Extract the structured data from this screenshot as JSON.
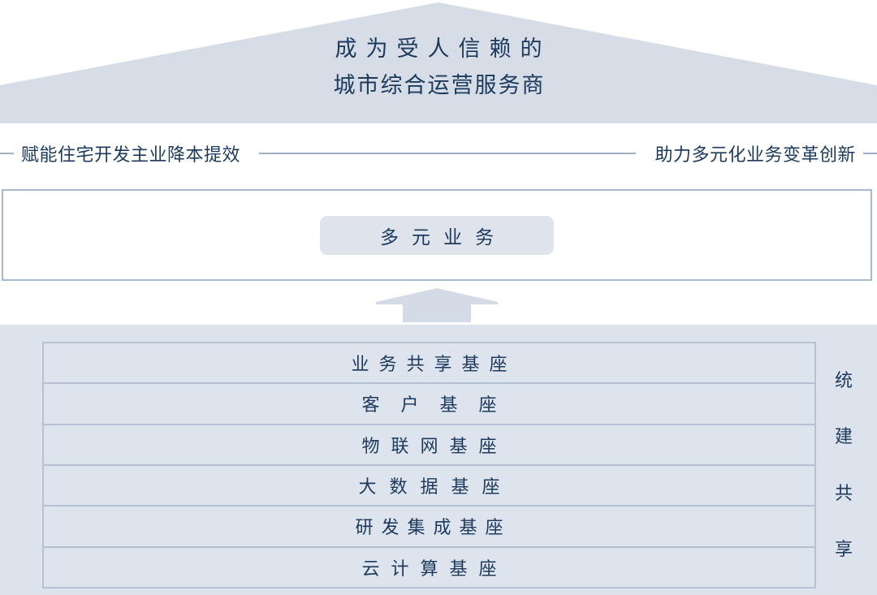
{
  "roof": {
    "title_line1": "成为受人信赖的",
    "title_line2": "城市综合运营服务商"
  },
  "tagline": {
    "left_text": "赋能住宅开发主业降本提效",
    "right_text": "助力多元化业务变革创新"
  },
  "middle": {
    "pill_label": "多元业务"
  },
  "base": {
    "rows": [
      {
        "label": "业务共享基座"
      },
      {
        "label": "客户基座"
      },
      {
        "label": "物联网基座"
      },
      {
        "label": "大数据基座"
      },
      {
        "label": "研发集成基座"
      },
      {
        "label": "云计算基座"
      }
    ],
    "vertical_label": [
      "统",
      "建",
      "共",
      "享"
    ]
  },
  "colors": {
    "text_navy": "#1b3a5c",
    "roof_fill": "#d6dde7",
    "band_fill": "#dde3ec",
    "pill_fill": "#dfe4ec",
    "border_line": "#b6c2d4",
    "dash_line": "#9fb0c6",
    "arrow_fill": "#d4dbe6"
  }
}
